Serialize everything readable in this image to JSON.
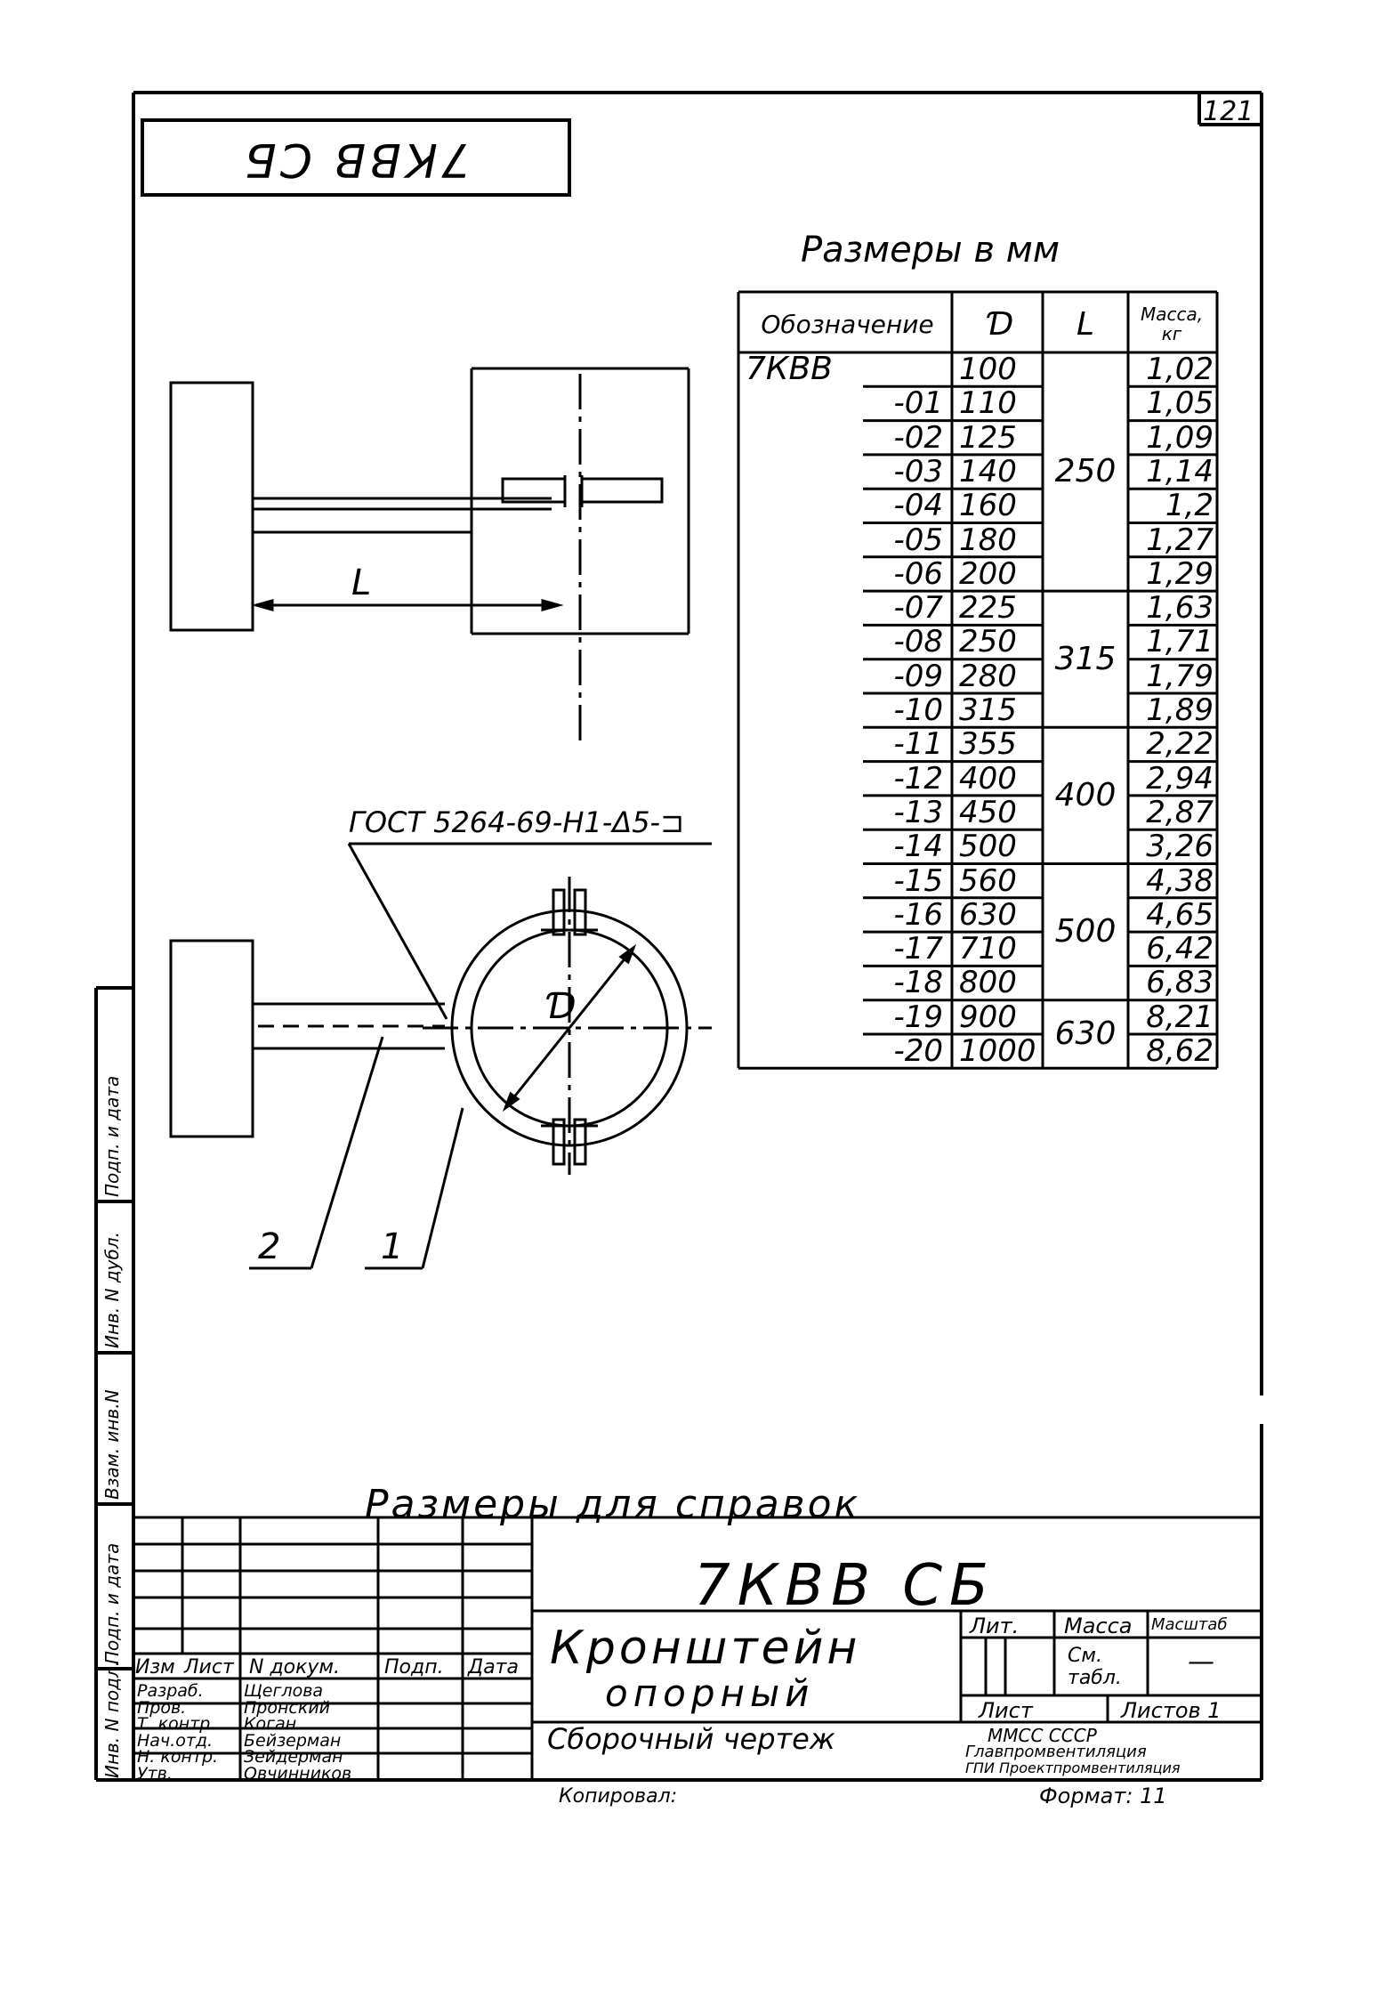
{
  "page_number": "121",
  "top_code": "7КВВ СБ",
  "dims_caption": "Размеры в мм",
  "table": {
    "headers": {
      "designation": "Обозначение",
      "d": "Ɗ",
      "l": "L",
      "mass": "Масса, кг"
    },
    "rows": [
      {
        "des": "7КВВ",
        "d": "100",
        "m": "1,02"
      },
      {
        "des": "-01",
        "d": "110",
        "m": "1,05"
      },
      {
        "des": "-02",
        "d": "125",
        "m": "1,09"
      },
      {
        "des": "-03",
        "d": "140",
        "m": "1,14"
      },
      {
        "des": "-04",
        "d": "160",
        "m": "1,2"
      },
      {
        "des": "-05",
        "d": "180",
        "m": "1,27"
      },
      {
        "des": "-06",
        "d": "200",
        "m": "1,29"
      },
      {
        "des": "-07",
        "d": "225",
        "m": "1,63"
      },
      {
        "des": "-08",
        "d": "250",
        "m": "1,71"
      },
      {
        "des": "-09",
        "d": "280",
        "m": "1,79"
      },
      {
        "des": "-10",
        "d": "315",
        "m": "1,89"
      },
      {
        "des": "-11",
        "d": "355",
        "m": "2,22"
      },
      {
        "des": "-12",
        "d": "400",
        "m": "2,94"
      },
      {
        "des": "-13",
        "d": "450",
        "m": "2,87"
      },
      {
        "des": "-14",
        "d": "500",
        "m": "3,26"
      },
      {
        "des": "-15",
        "d": "560",
        "m": "4,38"
      },
      {
        "des": "-16",
        "d": "630",
        "m": "4,65"
      },
      {
        "des": "-17",
        "d": "710",
        "m": "6,42"
      },
      {
        "des": "-18",
        "d": "800",
        "m": "6,83"
      },
      {
        "des": "-19",
        "d": "900",
        "m": "8,21"
      },
      {
        "des": "-20",
        "d": "1000",
        "m": "8,62"
      }
    ],
    "l_groups": [
      {
        "value": "250",
        "rows": 7
      },
      {
        "value": "315",
        "rows": 4
      },
      {
        "value": "400",
        "rows": 4
      },
      {
        "value": "500",
        "rows": 4
      },
      {
        "value": "630",
        "rows": 2
      }
    ]
  },
  "drawing": {
    "label_l": "L",
    "label_d": "Ɗ",
    "gost": "ГОСТ 5264-69-Н1-Δ5-⊐",
    "pos_2": "2",
    "pos_1": "1"
  },
  "ref_caption": "Размеры для справок",
  "title_block": {
    "code": "7КВВ СБ",
    "name_line1": "Кронштейн",
    "name_line2": "опорный",
    "name_line3": "Сборочный чертеж",
    "col_headers": [
      "Изм",
      "Лист",
      "N докум.",
      "Подп.",
      "Дата"
    ],
    "roles": [
      {
        "role": "Разраб.",
        "name": "Щеглова"
      },
      {
        "role": "Пров.",
        "name": "Пронский"
      },
      {
        "role": "Т. контр.",
        "name": "Коган"
      },
      {
        "role": "Нач.отд.",
        "name": "Бейзерман"
      },
      {
        "role": "Н. контр.",
        "name": "Зейдерман"
      },
      {
        "role": "Утв.",
        "name": "Овчинников"
      }
    ],
    "lit_label": "Лит.",
    "mass_label": "Масса",
    "scale_label": "Масштаб",
    "mass_value": "См. табл.",
    "scale_value": "—",
    "sheet_label": "Лист",
    "sheets_label": "Листов 1",
    "org1": "ММСС СССР",
    "org2": "Главпромвентиляция",
    "org3": "ГПИ Проектпромвентиляция",
    "copied": "Копировал:",
    "format": "Формат: 11"
  },
  "side_labels": [
    "Подп. и дата",
    "Инв. N дубл.",
    "Взам. инв.N",
    "Подп. и дата",
    "Инв. N подл."
  ]
}
